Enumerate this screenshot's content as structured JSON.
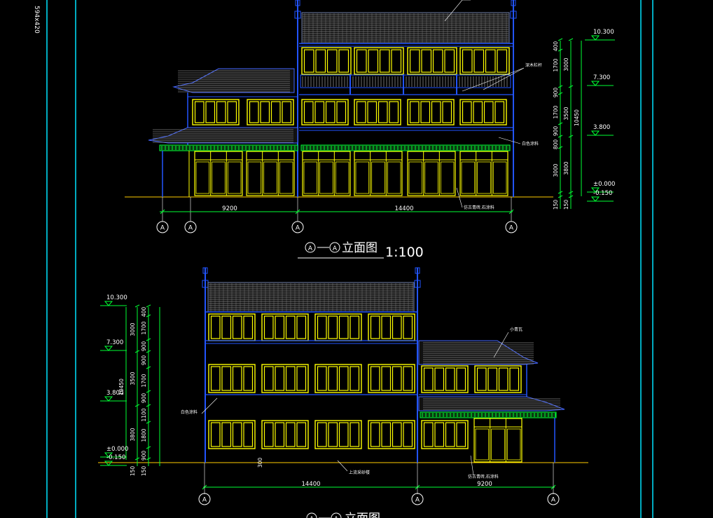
{
  "sheet": {
    "size_label": "594x420",
    "background": "#000000",
    "frame_color": "#00e5ff"
  },
  "colors": {
    "wall": "#2255ff",
    "window": "#ffff00",
    "eave": "#00ff33",
    "dim": "#00ff33",
    "text": "#ffffff",
    "roof": "#b8b8b8",
    "axis": "#ffffff"
  },
  "top_elevation": {
    "title_marks": [
      "A",
      "A"
    ],
    "title_text": "立面图",
    "scale": "1:100",
    "span_dims": [
      "9200",
      "14400"
    ],
    "axis_labels": [
      "A",
      "A",
      "A",
      "A"
    ],
    "level_marks": [
      "10.300",
      "7.300",
      "3.800",
      "±0.000",
      "-0.150"
    ],
    "dim_inner": [
      "400",
      "1700",
      "900",
      "1700",
      "900",
      "800",
      "3000",
      "150"
    ],
    "dim_mid": [
      "3000",
      "3500",
      "3800",
      "150"
    ],
    "dim_total": "10450",
    "notes": [
      "深木栏杆",
      "白色涂料",
      "仿古青砖,石涂料"
    ]
  },
  "bottom_elevation": {
    "title_marks": [
      "A",
      "A"
    ],
    "title_text": "立面图",
    "span_dims": [
      "14400",
      "9200"
    ],
    "axis_labels": [
      "A",
      "A",
      "A"
    ],
    "level_marks": [
      "10.300",
      "7.300",
      "3.800",
      "±0.000",
      "-0.150"
    ],
    "dim_inner": [
      "400",
      "1700",
      "900",
      "900",
      "1700",
      "900",
      "1100",
      "1800",
      "900",
      "150"
    ],
    "dim_mid": [
      "3000",
      "3500",
      "3800",
      "150"
    ],
    "dim_total": "10450",
    "base_dim": "300",
    "notes": [
      "小青瓦",
      "白色涂料",
      "仿古青砖,石涂料",
      "上流采砂楼"
    ]
  }
}
